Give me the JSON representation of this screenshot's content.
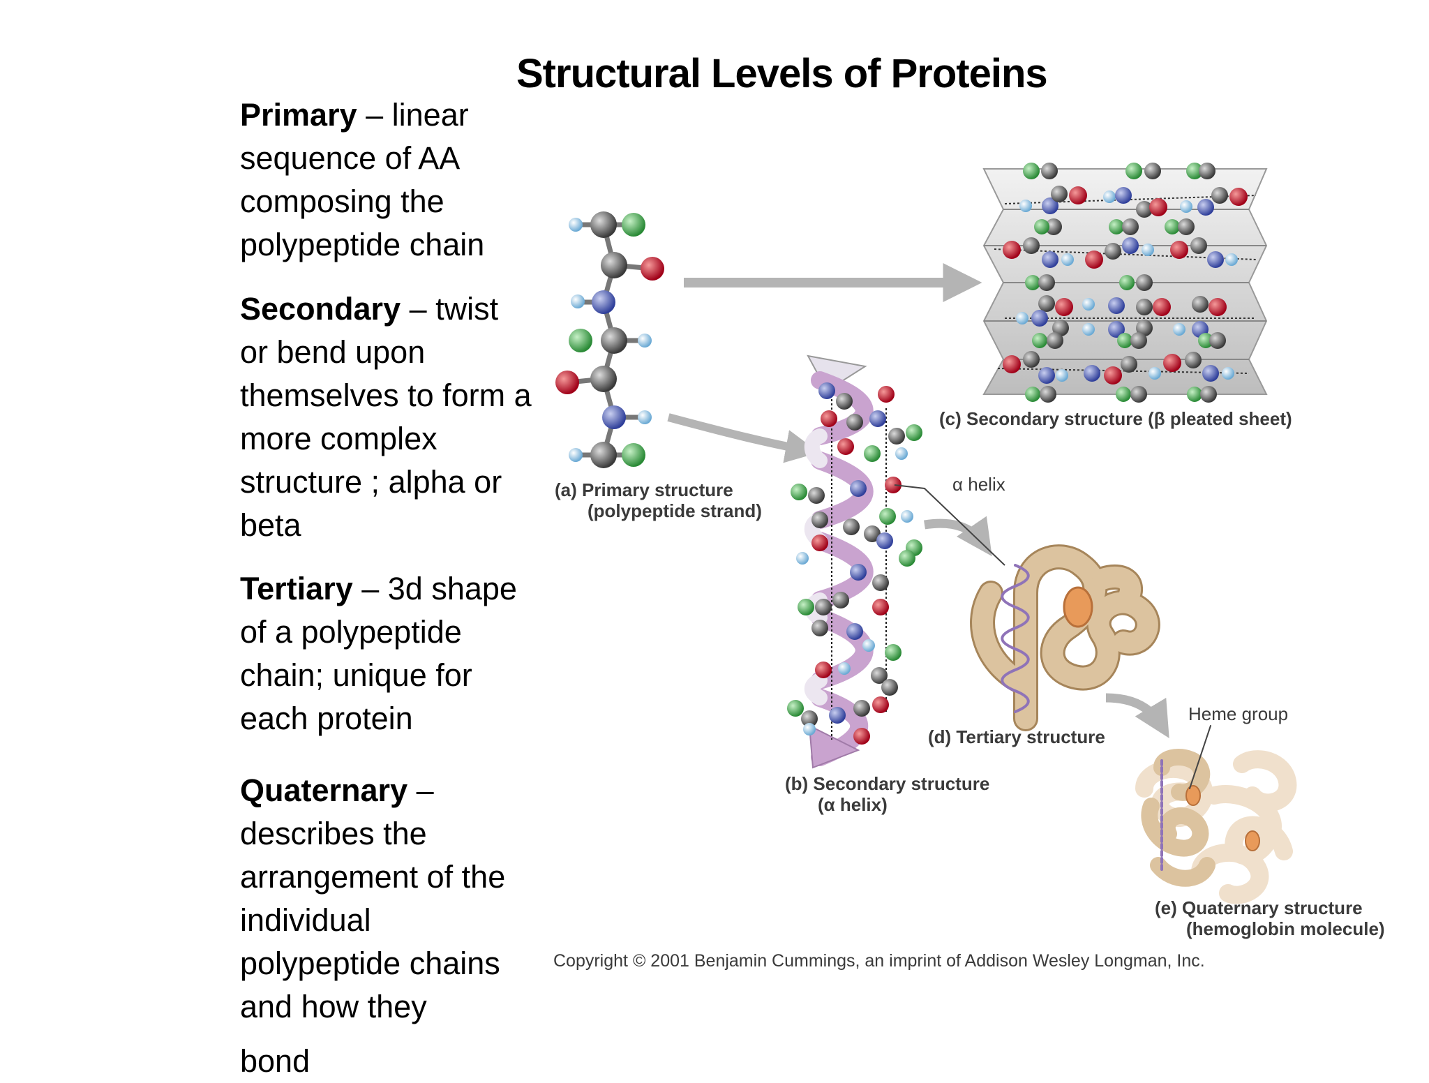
{
  "title": "Structural Levels of Proteins",
  "definitions": {
    "primary": {
      "term": "Primary",
      "text": " – linear sequence of AA composing the polypeptide chain"
    },
    "secondary": {
      "term": "Secondary",
      "text": " – twist or bend upon themselves to form a more complex structure ; alpha or beta"
    },
    "tertiary": {
      "term": "Tertiary",
      "text": " – 3d shape of a polypeptide chain; unique for each protein"
    },
    "quaternary": {
      "term": "Quaternary",
      "text": " – describes the arrangement of the individual polypeptide chains and how they",
      "last": "bond"
    }
  },
  "figure": {
    "primary_label_1": "(a) Primary structure",
    "primary_label_2": "(polypeptide strand)",
    "secondary_alpha_label_1": "(b) Secondary structure",
    "secondary_alpha_label_2": "(α helix)",
    "secondary_beta_label": "(c) Secondary structure (β pleated sheet)",
    "alpha_helix_callout": "α helix",
    "tertiary_label": "(d) Tertiary structure",
    "heme_label": "Heme group",
    "quaternary_label_1": "(e) Quaternary structure",
    "quaternary_label_2": "(hemoglobin molecule)",
    "copyright": "Copyright © 2001 Benjamin Cummings, an imprint of Addison Wesley Longman, Inc."
  },
  "colors": {
    "carbon": "#555555",
    "nitrogen": "#4a5bb5",
    "oxygen": "#c8102e",
    "r_group": "#3fa64a",
    "hydrogen": "#8fc6e8",
    "helix_ribbon": "#c9a3cf",
    "tertiary_tube": "#d9b98c",
    "arrow": "#b4b4b4"
  }
}
